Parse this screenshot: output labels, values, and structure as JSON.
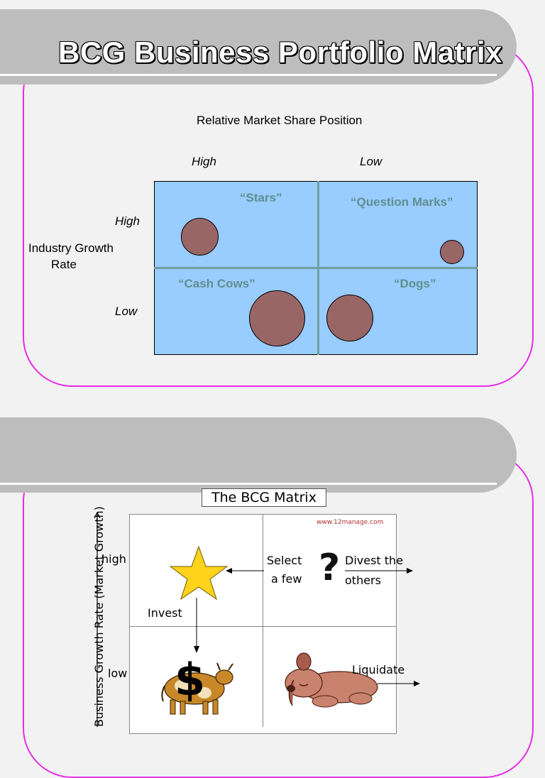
{
  "slide1": {
    "title": "BCG Business Portfolio Matrix",
    "x_axis_title": "Relative Market Share Position",
    "x_high": "High",
    "x_low": "Low",
    "y_axis_title_line1": "Industry Growth",
    "y_axis_title_line2": "Rate",
    "y_high": "High",
    "y_low": "Low",
    "quadrants": {
      "stars": "“Stars”",
      "question_marks": "“Question Marks”",
      "cash_cows": "“Cash Cows”",
      "dogs": "“Dogs”"
    },
    "colors": {
      "frame": "#e62ee6",
      "grid": "#99ccff",
      "bubble": "#996666",
      "quadrant_label": "#5f8f8f"
    }
  },
  "slide2": {
    "matrix_title": "The BCG Matrix",
    "url": "www.12manage.com",
    "y_axis_label": "Business Growth Rate (Market Growth)",
    "row_high": "high",
    "row_low": "low",
    "select_line1": "Select",
    "select_line2": "a few",
    "divest_line1": "Divest the",
    "divest_line2": "others",
    "invest": "Invest",
    "liquidate": "Liquidate",
    "question_glyph": "?",
    "dollar_glyph": "$"
  }
}
